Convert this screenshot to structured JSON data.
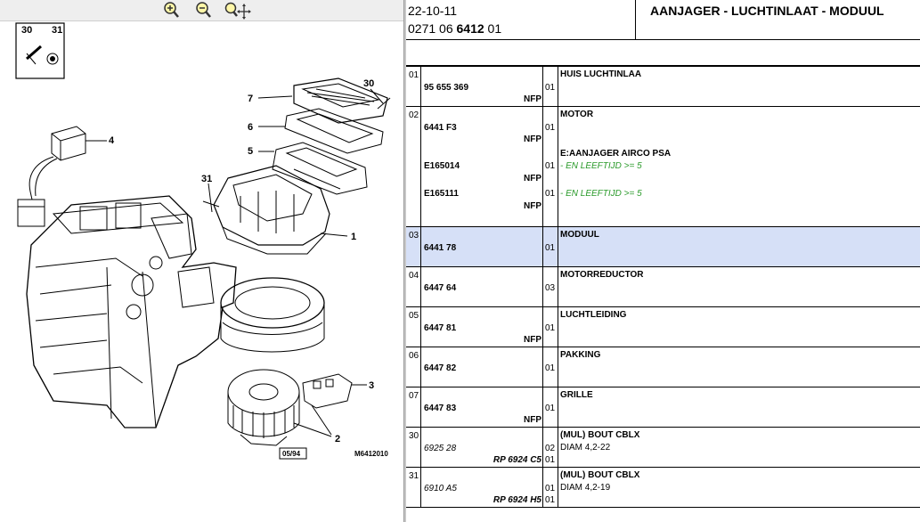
{
  "toolbar": {
    "zoom_in": "zoom-in-icon",
    "zoom_out": "zoom-out-icon",
    "zoom_pan": "zoom-pan-icon"
  },
  "diagram": {
    "labels": {
      "l30": "30",
      "l31": "31",
      "l4": "4",
      "l7": "7",
      "l6": "6",
      "l5": "5",
      "l30b": "30",
      "l31b": "31",
      "l1": "1",
      "l3": "3",
      "l2": "2"
    },
    "stamp": "05/94",
    "code": "M6412010"
  },
  "header": {
    "date": "22-10-11",
    "ref_prefix": "0271 06 ",
    "ref_bold": "6412",
    "ref_suffix": " 01",
    "title": "AANJAGER - LUCHTINLAAT - MODUUL"
  },
  "rows": [
    {
      "idx": "01",
      "ref": "95 655 369",
      "nfp": "NFP",
      "qty": "01",
      "name": "HUIS LUCHTINLAA"
    },
    {
      "idx": "02",
      "ref": "6441 F3",
      "nfp": "NFP",
      "qty": "01",
      "name": "MOTOR",
      "info": "E:AANJAGER AIRCO PSA",
      "sub": [
        {
          "ref": "E165014",
          "nfp": "NFP",
          "qty": "01",
          "note": "- EN LEEFTIJD >= 5"
        },
        {
          "ref": "E165111",
          "nfp": "NFP",
          "qty": "01",
          "note": "- EN LEEFTIJD >= 5"
        }
      ]
    },
    {
      "idx": "03",
      "ref": "6441 78",
      "nfp": "",
      "qty": "01",
      "name": "MODUUL"
    },
    {
      "idx": "04",
      "ref": "6447 64",
      "nfp": "",
      "qty": "03",
      "name": "MOTORREDUCTOR"
    },
    {
      "idx": "05",
      "ref": "6447 81",
      "nfp": "NFP",
      "qty": "01",
      "name": "LUCHTLEIDING"
    },
    {
      "idx": "06",
      "ref": "6447 82",
      "nfp": "",
      "qty": "01",
      "name": "PAKKING"
    },
    {
      "idx": "07",
      "ref": "6447 83",
      "nfp": "NFP",
      "qty": "01",
      "name": "GRILLE"
    },
    {
      "idx": "30",
      "ref": "6925 28",
      "nfp": "RP 6924 C5",
      "qty": "02",
      "qty2": "01",
      "name": "(MUL) BOUT CBLX",
      "info": "DIAM 4,2-22"
    },
    {
      "idx": "31",
      "ref": "6910 A5",
      "nfp": "RP 6924 H5",
      "qty": "01",
      "qty2": "01",
      "name": "(MUL) BOUT CBLX",
      "info": "DIAM 4,2-19"
    }
  ]
}
